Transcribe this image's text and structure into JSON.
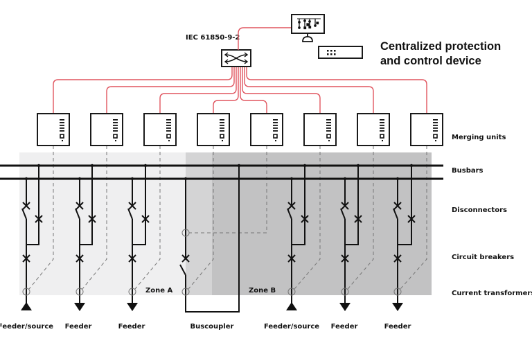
{
  "title": {
    "line1": "Centralized protection",
    "line2": "and control device"
  },
  "protocol_label": "IEC 61850-9-2",
  "row_labels": {
    "merging_units": "Merging units",
    "busbars": "Busbars",
    "disconnectors": "Disconnectors",
    "circuit_breakers": "Circuit breakers",
    "current_transformers": "Current transformers"
  },
  "zones": {
    "a": "Zone A",
    "b": "Zone B"
  },
  "bays": [
    {
      "label": "Feeder/source",
      "type": "source"
    },
    {
      "label": "Feeder",
      "type": "feeder"
    },
    {
      "label": "Feeder",
      "type": "feeder"
    },
    {
      "label": "Buscoupler",
      "type": "buscoupler"
    },
    {
      "label": "Feeder/source",
      "type": "source"
    },
    {
      "label": "Feeder",
      "type": "feeder"
    },
    {
      "label": "Feeder",
      "type": "feeder"
    }
  ],
  "merging_unit_count": 8,
  "colors": {
    "process_bus": "#e0555f",
    "zone_a": "#efeff0",
    "zone_b": "#c2c2c3",
    "overlap": "#d4d4d5"
  }
}
